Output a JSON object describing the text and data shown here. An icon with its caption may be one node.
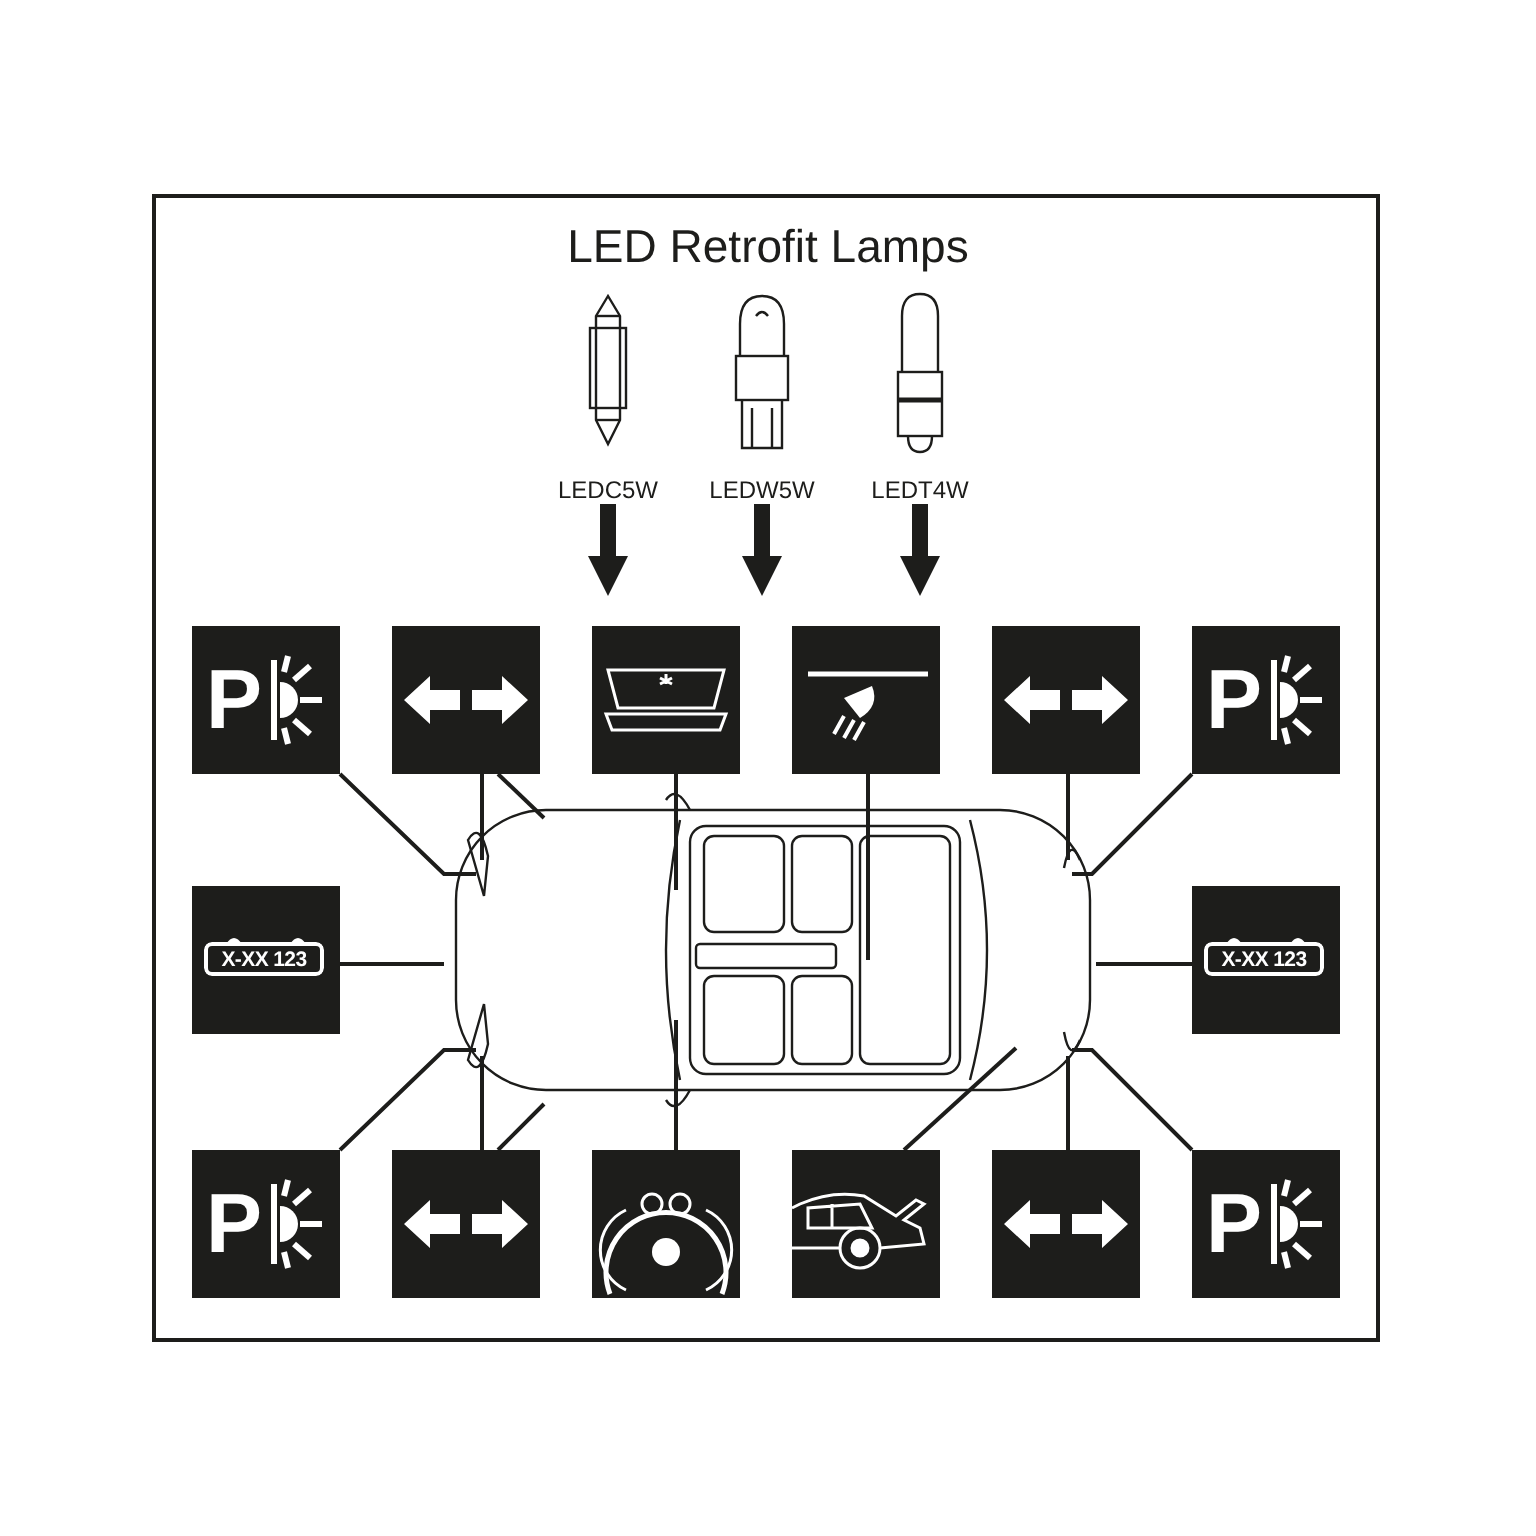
{
  "diagram": {
    "title": "LED Retrofit Lamps",
    "nodes": [
      {
        "text": [
          "LEDC5W"
        ]
      },
      {
        "text": [
          "LEDW5W"
        ]
      },
      {
        "text": [
          "LEDT4W"
        ]
      },
      {
        "text": [
          "P"
        ]
      },
      {
        "text": [],
        "shape": "picture"
      },
      {
        "text": [],
        "shape": "picture"
      },
      {
        "text": [],
        "shape": "picture"
      },
      {
        "text": [],
        "shape": "picture"
      },
      {
        "text": [
          "P"
        ]
      },
      {
        "text": [
          "X-XX 123"
        ]
      },
      {
        "text": [],
        "shape": "picture"
      },
      {
        "text": [
          "X-XX 123"
        ]
      },
      {
        "text": [
          "P"
        ]
      },
      {
        "text": [],
        "shape": "picture"
      },
      {
        "text": [],
        "shape": "picture"
      },
      {
        "text": [],
        "shape": "picture"
      },
      {
        "text": [],
        "shape": "picture"
      },
      {
        "text": [
          "P"
        ]
      }
    ],
    "edges": [
      {
        "from": 0,
        "to": 5,
        "arrow": "to",
        "style": "thick"
      },
      {
        "from": 1,
        "to": 5,
        "arrow": "to",
        "style": "thick"
      },
      {
        "from": 2,
        "to": 6,
        "arrow": "to",
        "style": "thick"
      },
      {
        "from": 3,
        "to": 10,
        "arrow": "none"
      },
      {
        "from": 4,
        "to": 10,
        "arrow": "none"
      },
      {
        "from": 4,
        "to": 10,
        "arrow": "none"
      },
      {
        "from": 5,
        "to": 10,
        "arrow": "none"
      },
      {
        "from": 6,
        "to": 10,
        "arrow": "none"
      },
      {
        "from": 7,
        "to": 10,
        "arrow": "none"
      },
      {
        "from": 8,
        "to": 10,
        "arrow": "none"
      },
      {
        "from": 9,
        "to": 10,
        "arrow": "none"
      },
      {
        "from": 11,
        "to": 10,
        "arrow": "none"
      },
      {
        "from": 12,
        "to": 10,
        "arrow": "none"
      },
      {
        "from": 13,
        "to": 10,
        "arrow": "none"
      },
      {
        "from": 13,
        "to": 10,
        "arrow": "none"
      },
      {
        "from": 14,
        "to": 10,
        "arrow": "none"
      },
      {
        "from": 15,
        "to": 10,
        "arrow": "none"
      },
      {
        "from": 16,
        "to": 10,
        "arrow": "none"
      },
      {
        "from": 17,
        "to": 10,
        "arrow": "none"
      }
    ]
  }
}
